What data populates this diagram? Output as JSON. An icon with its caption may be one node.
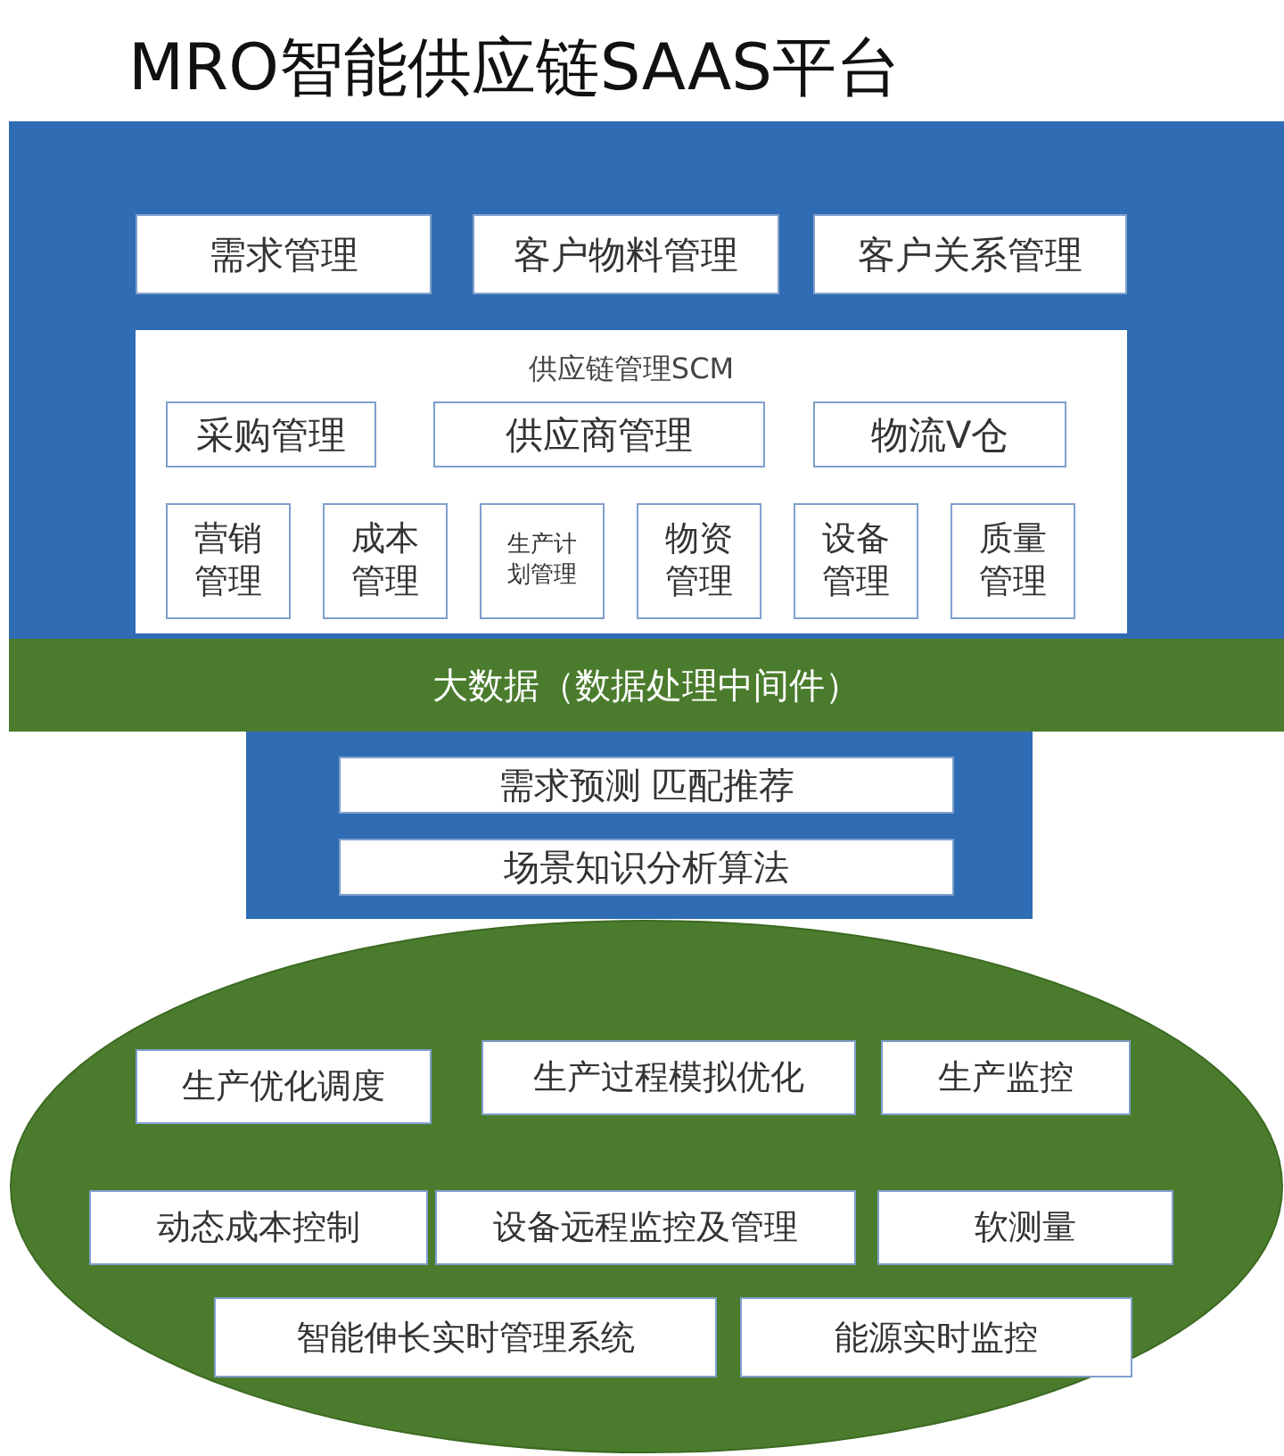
{
  "diagram": {
    "title": "MRO智能供应链SAAS平台",
    "nodes": [
      {
        "text": [],
        "shape": "box"
      },
      {
        "text": [
          "需求管理"
        ],
        "in": 0
      },
      {
        "text": [
          "客户物料管理"
        ],
        "in": 0
      },
      {
        "text": [
          "客户关系管理"
        ],
        "in": 0
      },
      {
        "text": [
          "供应链管理SCM"
        ],
        "in": 0
      },
      {
        "text": [
          "采购管理"
        ],
        "in": 4
      },
      {
        "text": [
          "供应商管理"
        ],
        "in": 4
      },
      {
        "text": [
          "物流V仓"
        ],
        "in": 4
      },
      {
        "text": [
          "营销管理"
        ],
        "in": 4
      },
      {
        "text": [
          "成本管理"
        ],
        "in": 4
      },
      {
        "text": [
          "生产计划管理"
        ],
        "in": 4
      },
      {
        "text": [
          "物资管理"
        ],
        "in": 4
      },
      {
        "text": [
          "设备管理"
        ],
        "in": 4
      },
      {
        "text": [
          "质量管理"
        ],
        "in": 4
      },
      {
        "text": [
          "大数据（数据处理中间件）"
        ]
      },
      {
        "text": [],
        "shape": "box"
      },
      {
        "text": [
          "需求预测 匹配推荐"
        ],
        "in": 15
      },
      {
        "text": [
          "场景知识分析算法"
        ],
        "in": 15
      },
      {
        "text": [],
        "shape": "ellipse"
      },
      {
        "text": [
          "生产优化调度"
        ],
        "in": 18
      },
      {
        "text": [
          "生产过程模拟优化"
        ],
        "in": 18
      },
      {
        "text": [
          "生产监控"
        ],
        "in": 18
      },
      {
        "text": [
          "动态成本控制"
        ],
        "in": 18
      },
      {
        "text": [
          "设备远程监控及管理"
        ],
        "in": 18
      },
      {
        "text": [
          "软测量"
        ],
        "in": 18
      },
      {
        "text": [
          "智能伸长实时管理系统"
        ],
        "in": 18
      },
      {
        "text": [
          "能源实时监控"
        ],
        "in": 18
      }
    ]
  }
}
